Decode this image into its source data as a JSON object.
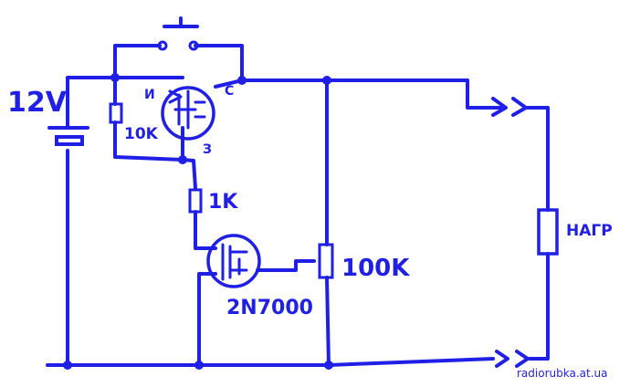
{
  "labels": {
    "battery": "12V",
    "resistor_r1": "10K",
    "resistor_r2": "1K",
    "potentiometer": "100K",
    "transistor_model": "2N7000",
    "load": "НАГР",
    "pin_i": "И",
    "pin_s": "С",
    "pin_z": "З"
  },
  "watermark": "radiorubka.at.ua",
  "colors": {
    "ink": "#1f1fe6",
    "background": "#ffffff"
  }
}
